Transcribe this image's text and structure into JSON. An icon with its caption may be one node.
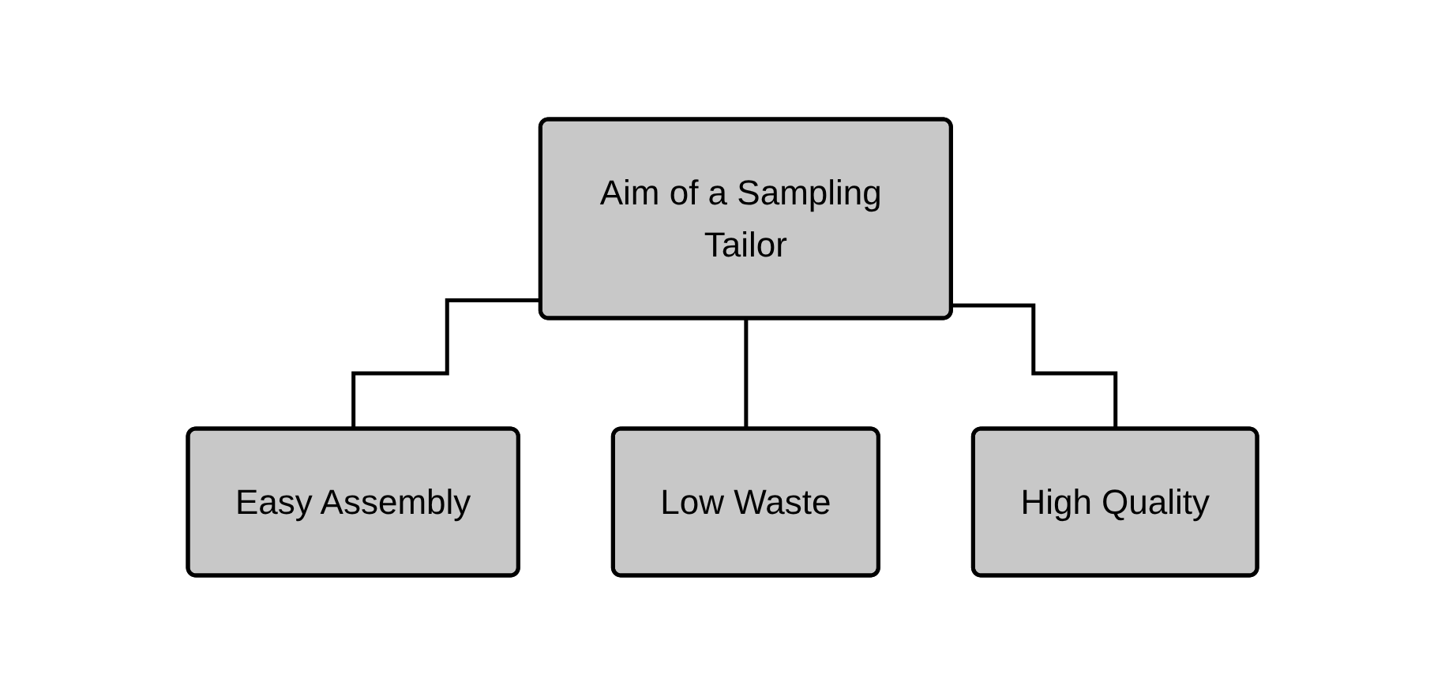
{
  "diagram": {
    "nodes": [
      {
        "text": [
          "Aim of a Sampling Tailor"
        ]
      },
      {
        "text": [
          "Easy Assembly"
        ]
      },
      {
        "text": [
          "Low Waste"
        ]
      },
      {
        "text": [
          "High Quality"
        ]
      }
    ],
    "edges": [
      {
        "from": 0,
        "to": 1,
        "arrow": "none"
      },
      {
        "from": 0,
        "to": 2,
        "arrow": "none"
      },
      {
        "from": 0,
        "to": 3,
        "arrow": "none"
      }
    ]
  }
}
